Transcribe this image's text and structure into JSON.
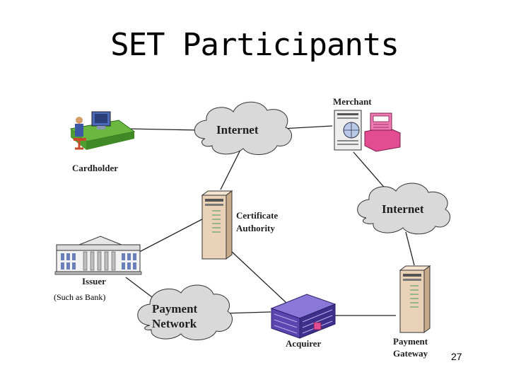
{
  "title": "SET Participants",
  "page_number": "27",
  "nodes": {
    "cardholder": "Cardholder",
    "merchant": "Merchant",
    "internet_top": "Internet",
    "internet_right": "Internet",
    "ca_line1": "Certificate",
    "ca_line2": "Authority",
    "issuer": "Issuer",
    "issuer_note": "(Such as Bank)",
    "payment_network_line1": "Payment",
    "payment_network_line2": "Network",
    "acquirer": "Acquirer",
    "gateway_line1": "Payment",
    "gateway_line2": "Gateway"
  },
  "colors": {
    "cloud_fill": "#d9d9d9",
    "desk_green": "#6ab840",
    "register_pink": "#e34b92",
    "building_purple": "#5a46b0",
    "server_beige": "#e9d2b8"
  }
}
